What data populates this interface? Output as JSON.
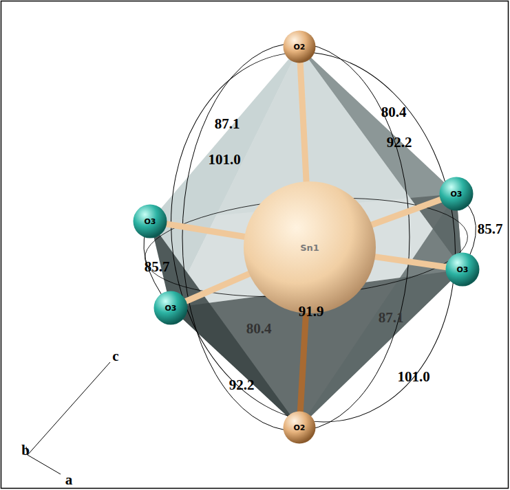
{
  "diagram": {
    "nodes": [
      {
        "text": [
          "O2"
        ]
      },
      {
        "text": [
          "O3"
        ]
      },
      {
        "text": [
          "O3"
        ]
      },
      {
        "text": [
          "Sn1"
        ]
      },
      {
        "text": [
          "O3"
        ]
      },
      {
        "text": [
          "O3"
        ]
      },
      {
        "text": [
          "O2"
        ]
      }
    ],
    "edges": [
      {
        "from": 3,
        "to": 0,
        "arrow": "none"
      },
      {
        "from": 3,
        "to": 1,
        "arrow": "none"
      },
      {
        "from": 3,
        "to": 2,
        "arrow": "none"
      },
      {
        "from": 3,
        "to": 4,
        "arrow": "none"
      },
      {
        "from": 3,
        "to": 5,
        "arrow": "none"
      },
      {
        "from": 3,
        "to": 6,
        "arrow": "none"
      }
    ],
    "labels": [
      "87.1",
      "101.0",
      "80.4",
      "92.2",
      "85.7",
      "85.7",
      "91.9",
      "80.4",
      "87.1",
      "92.2",
      "101.0",
      "c",
      "b",
      "a"
    ]
  }
}
